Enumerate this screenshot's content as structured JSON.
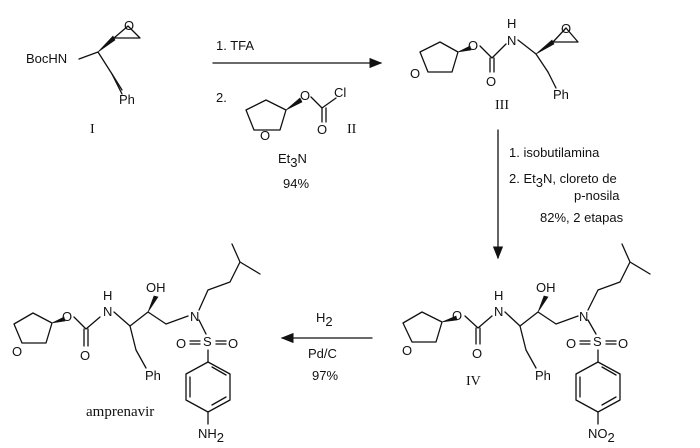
{
  "compounds": {
    "I": {
      "roman": "I",
      "atoms": {
        "bochn": "BocHN",
        "ph": "Ph"
      }
    },
    "II": {
      "roman": "II",
      "atoms": {
        "o1": "O",
        "o2": "O",
        "o3": "O",
        "cl": "Cl"
      }
    },
    "III": {
      "roman": "III",
      "atoms": {
        "o1": "O",
        "o2": "O",
        "o3": "O",
        "nh": "H",
        "n": "N",
        "ph": "Ph"
      }
    },
    "IV": {
      "roman": "IV",
      "atoms": {
        "o1": "O",
        "o2": "O",
        "nh": "H",
        "n": "N",
        "oh": "OH",
        "n2": "N",
        "s": "S",
        "so1": "O",
        "so2": "O",
        "ph": "Ph",
        "no2": "NO",
        "no2_sub": "2"
      }
    },
    "amprenavir": {
      "name": "amprenavir",
      "atoms": {
        "o1": "O",
        "o2": "O",
        "nh": "H",
        "n": "N",
        "oh": "OH",
        "n2": "N",
        "s": "S",
        "so1": "O",
        "so2": "O",
        "ph": "Ph",
        "nh2": "NH",
        "nh2_sub": "2"
      }
    }
  },
  "steps": {
    "step1": {
      "line1": "1. TFA",
      "line2_num": "2.",
      "reagent": "Et",
      "reagent_sub": "3",
      "reagent_tail": "N",
      "yield": "94%"
    },
    "step2": {
      "line1": "1. isobutilamina",
      "line2a": "2. Et",
      "line2a_sub": "3",
      "line2a_tail": "N, cloreto de",
      "line2b": "p-nosila",
      "yield": "82%, 2 etapas"
    },
    "step3": {
      "reagent": "H",
      "reagent_sub": "2",
      "catalyst": "Pd/C",
      "yield": "97%"
    }
  }
}
